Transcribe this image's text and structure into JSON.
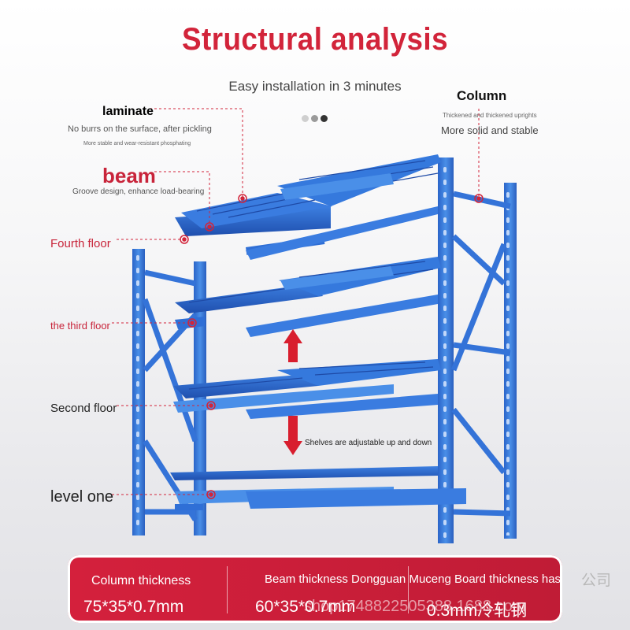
{
  "header": {
    "title": "Structural analysis",
    "subtitle": "Easy installation in 3 minutes"
  },
  "colors": {
    "accent": "#d2243a",
    "steel_blue": "#2f6fd6",
    "steel_light": "#4a8fe8",
    "dot_light": "#cfcfcf",
    "dot_mid": "#9a9a9a",
    "dot_dark": "#333333"
  },
  "callouts": {
    "laminate": {
      "title": "laminate",
      "line1": "No burrs on the surface, after pickling",
      "line2": "More stable and wear-resistant phosphating"
    },
    "beam": {
      "title": "beam",
      "line1": "Groove design, enhance load-bearing"
    },
    "column": {
      "title": "Column",
      "line1": "Thickened and thickened uprights",
      "line2": "More solid and stable"
    },
    "fourth_floor": "Fourth floor",
    "third_floor": "the third floor",
    "second_floor": "Second floor",
    "level_one": "level one",
    "adjustable": "Shelves are adjustable up and down"
  },
  "specs": [
    {
      "label": "Column thickness",
      "value": "75*35*0.7mm"
    },
    {
      "label": "Beam thickness Dongguan Muceng Board thickness has",
      "value": "60*35*0.7mm"
    },
    {
      "label": "",
      "value": "0.3mm冷轧钢"
    }
  ],
  "watermark": {
    "text1": "shop1748822505388.1688.com",
    "text2": "公司"
  }
}
